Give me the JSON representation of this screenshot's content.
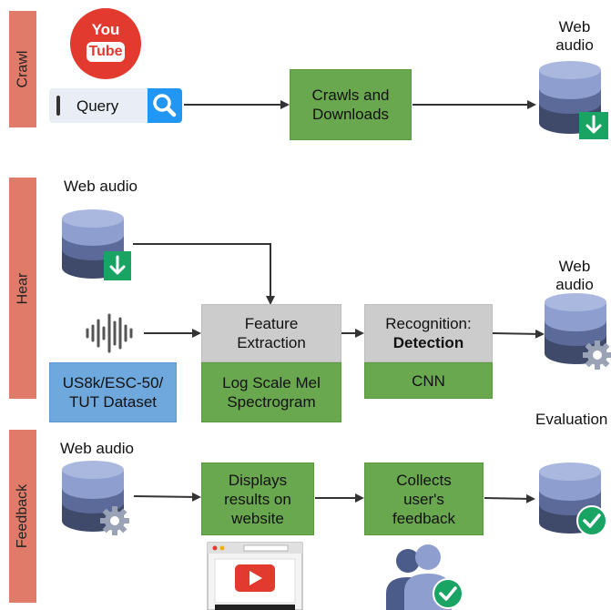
{
  "stages": {
    "crawl": "Crawl",
    "hear": "Hear",
    "feedback": "Feedback"
  },
  "crawl": {
    "youtube_logo": [
      "You",
      "Tube"
    ],
    "query_placeholder": "Query",
    "process_box": [
      "Crawls and",
      "Downloads"
    ],
    "output_label": [
      "Web",
      "audio"
    ]
  },
  "hear": {
    "input_label": "Web audio",
    "feature_box": [
      "Feature",
      "Extraction"
    ],
    "feature_method": [
      "Log Scale Mel",
      "Spectrogram"
    ],
    "recognition_box_line1": "Recognition:",
    "recognition_box_line2": "Detection",
    "recognition_method": "CNN",
    "dataset_box": [
      "US8k/ESC-50/",
      "TUT Dataset"
    ],
    "output_label": [
      "Web",
      "audio"
    ]
  },
  "feedback": {
    "input_label": "Web audio",
    "display_box": [
      "Displays",
      "results on",
      "website"
    ],
    "collect_box": [
      "Collects",
      "user's",
      "feedback"
    ],
    "output_label": "Evaluation"
  },
  "colors": {
    "stage_label": "#e07b6a",
    "green_box": "#6aa84f",
    "gray_box": "#cccccc",
    "blue_box": "#6fa8dc",
    "db_top": "#8e9fcf",
    "db_mid": "#5b6a99",
    "db_bottom": "#3f4a6b"
  }
}
